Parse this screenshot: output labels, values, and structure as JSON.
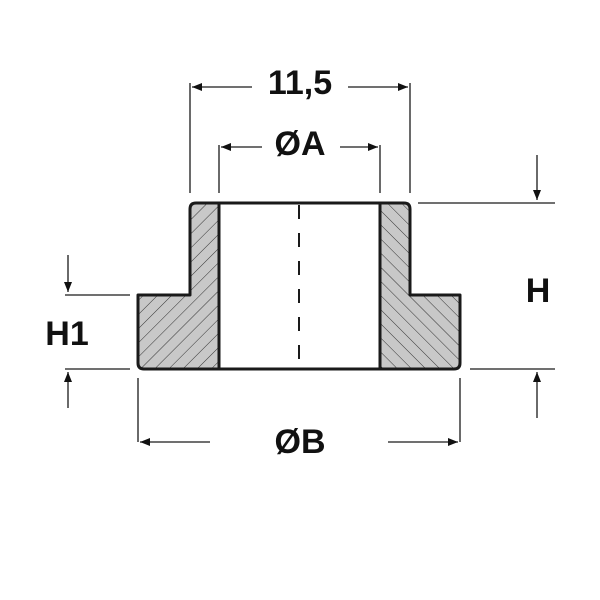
{
  "drawing": {
    "dimensions": {
      "top_width": "11,5",
      "inner_diameter": "ØA",
      "outer_diameter": "ØB",
      "height": "H",
      "flange_height": "H1"
    },
    "colors": {
      "section_fill": "#c8c8c8",
      "line": "#1a1a1a"
    }
  }
}
